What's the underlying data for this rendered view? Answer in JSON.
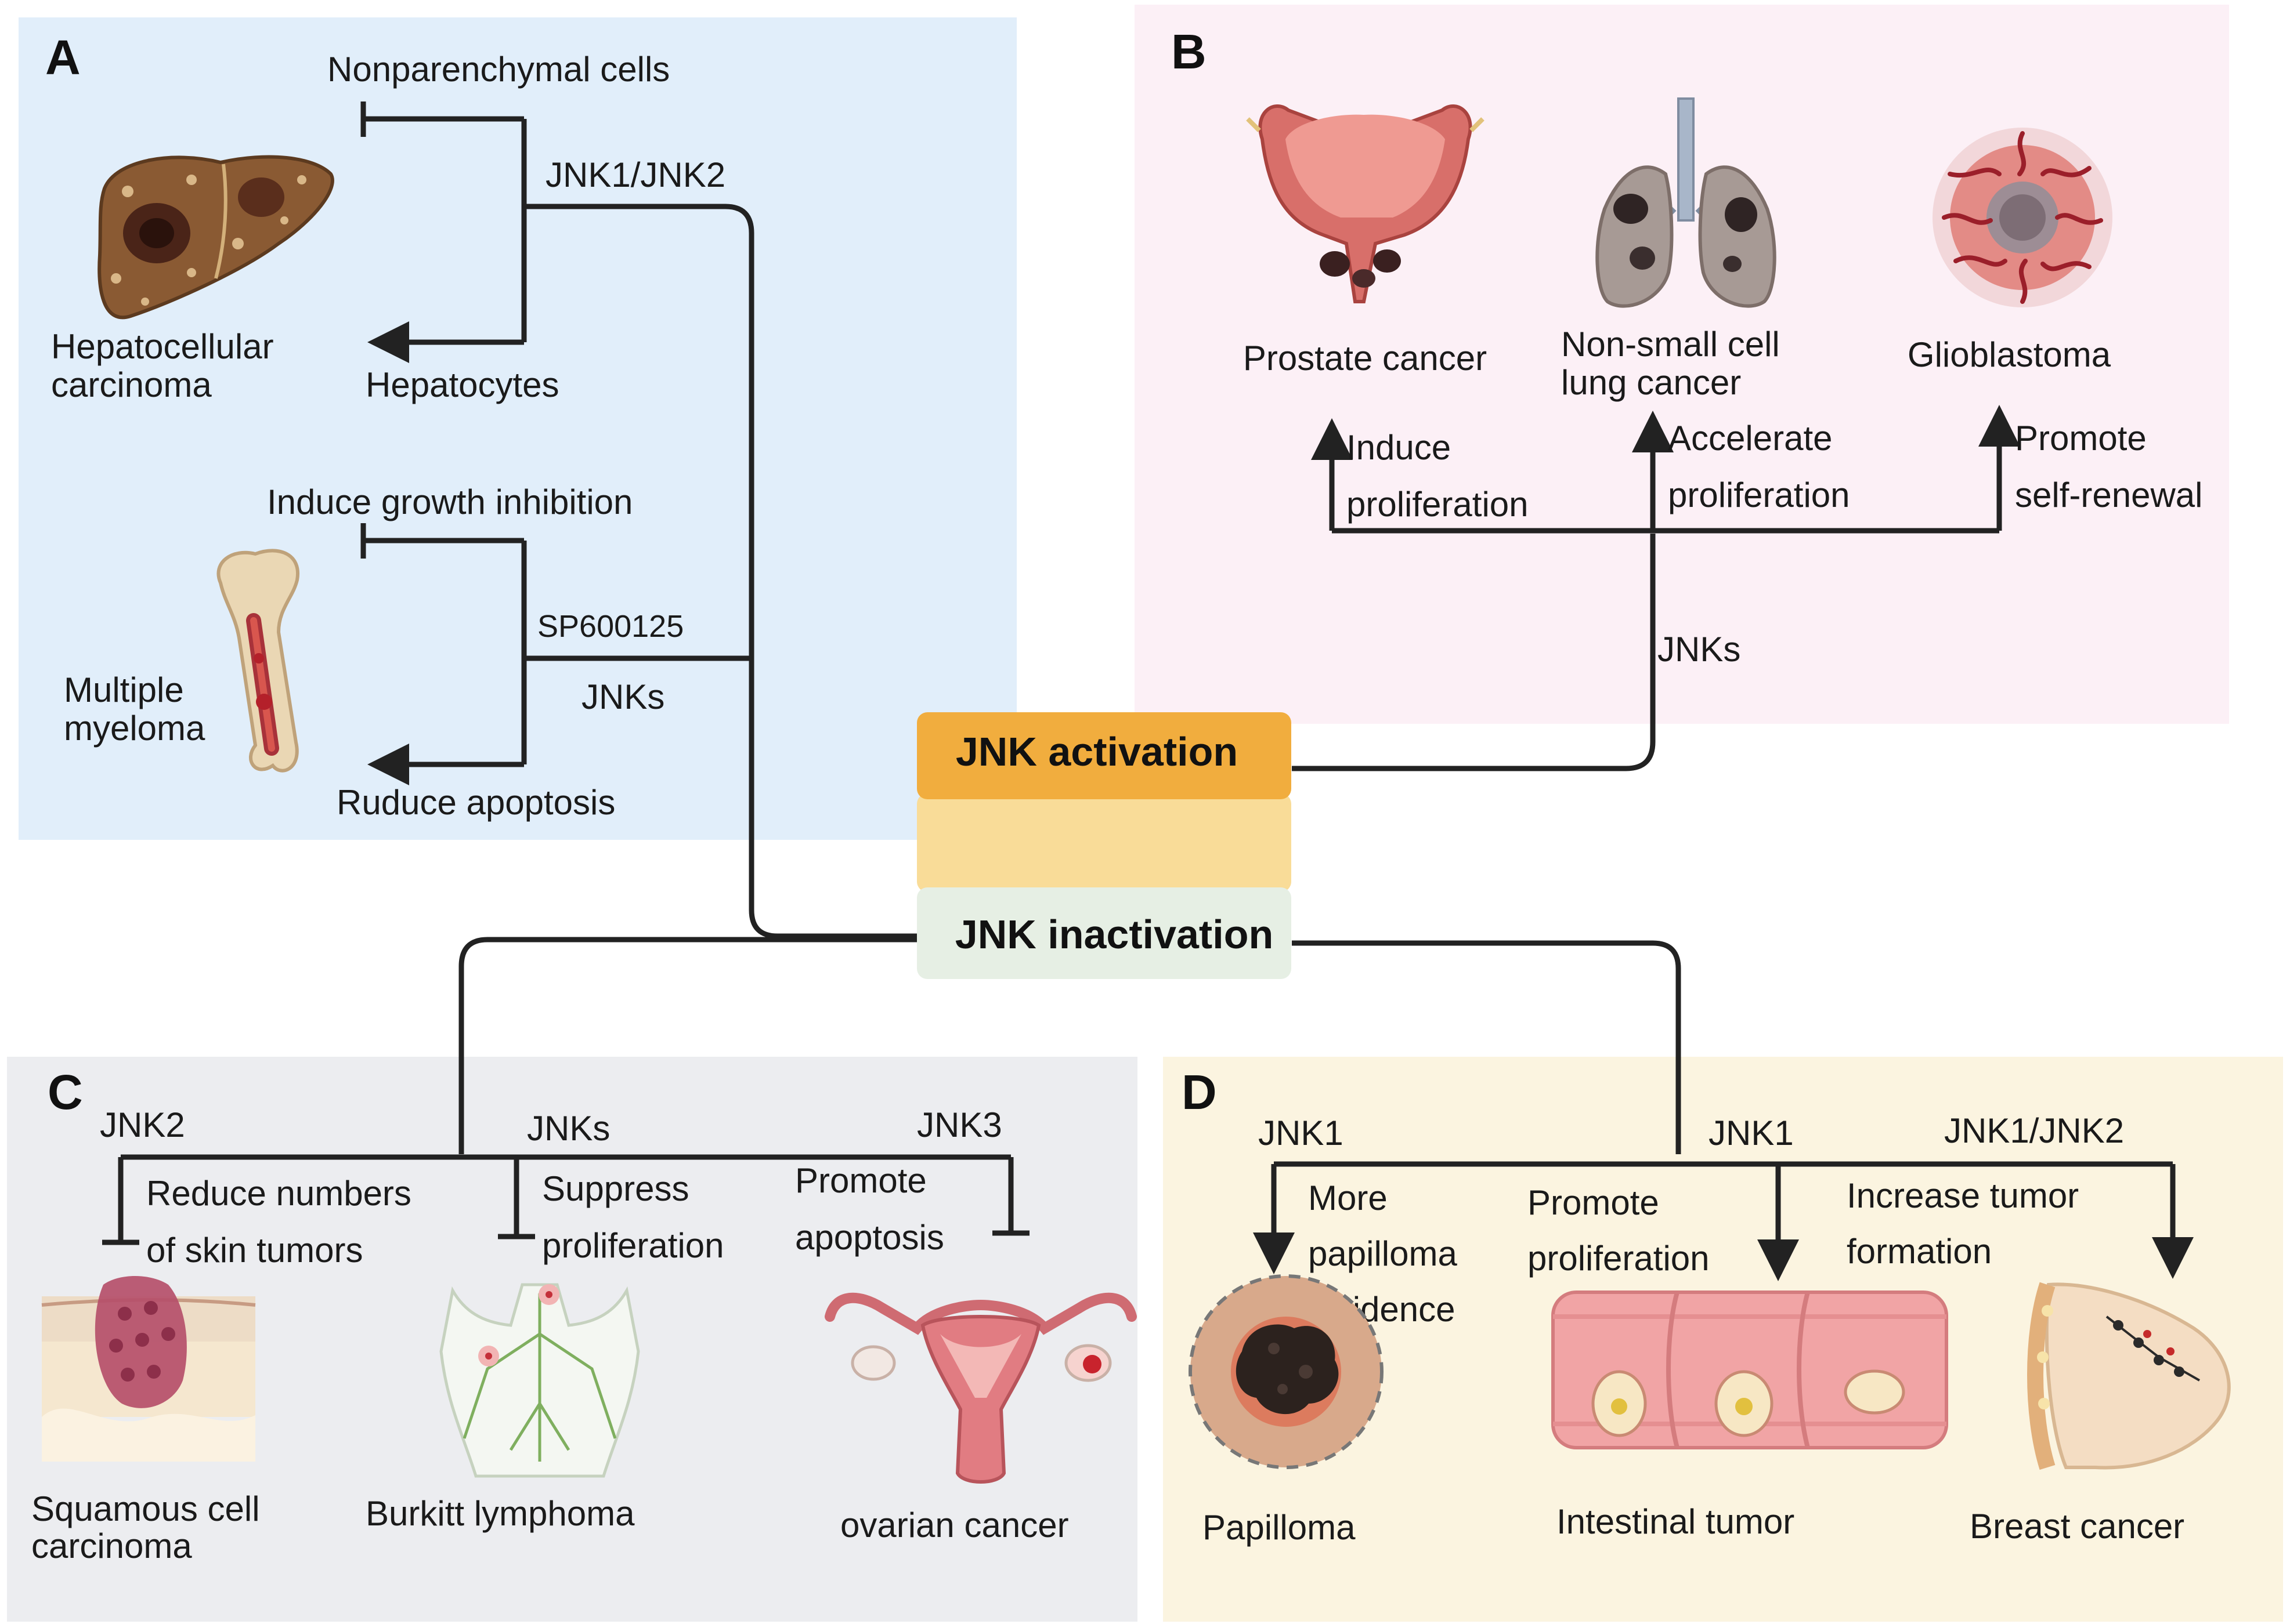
{
  "center": {
    "activation_label": "JNK activation",
    "inactivation_label": "JNK inactivation"
  },
  "panel_a": {
    "letter": "A",
    "hcc": {
      "disease_line1": "Hepatocellular",
      "disease_line2": "carcinoma",
      "target_top": "Nonparenchymal cells",
      "target_bottom": "Hepatocytes",
      "mediator": "JNK1/JNK2"
    },
    "mm": {
      "disease_line1": "Multiple",
      "disease_line2": "myeloma",
      "target_top": "Induce growth inhibition",
      "target_bottom": "Ruduce apoptosis",
      "inhibitor": "SP600125",
      "mediator": "JNKs"
    }
  },
  "panel_b": {
    "letter": "B",
    "mediator": "JNKs",
    "items": [
      {
        "disease_line1": "Prostate cancer",
        "disease_line2": "",
        "effect_line1": "Induce",
        "effect_line2": "proliferation"
      },
      {
        "disease_line1": "Non-small cell",
        "disease_line2": "lung cancer",
        "effect_line1": "Accelerate",
        "effect_line2": "proliferation"
      },
      {
        "disease_line1": "Glioblastoma",
        "disease_line2": "",
        "effect_line1": "Promote",
        "effect_line2": "self-renewal"
      }
    ]
  },
  "panel_c": {
    "letter": "C",
    "items": [
      {
        "mediator": "JNK2",
        "effect_line1": "Reduce numbers",
        "effect_line2": "of skin tumors",
        "disease_line1": "Squamous cell",
        "disease_line2": "carcinoma"
      },
      {
        "mediator": "JNKs",
        "effect_line1": "Suppress",
        "effect_line2": "proliferation",
        "disease_line1": "Burkitt lymphoma",
        "disease_line2": ""
      },
      {
        "mediator": "JNK3",
        "effect_line1": "Promote",
        "effect_line2": "apoptosis",
        "disease_line1": "ovarian cancer",
        "disease_line2": ""
      }
    ]
  },
  "panel_d": {
    "letter": "D",
    "items": [
      {
        "mediator": "JNK1",
        "effect_line1": "More",
        "effect_line2": "papilloma",
        "effect_line3": "incidence",
        "disease": "Papilloma"
      },
      {
        "mediator": "JNK1",
        "effect_line1": "Promote",
        "effect_line2": "proliferation",
        "effect_line3": "",
        "disease": "Intestinal tumor"
      },
      {
        "mediator": "JNK1/JNK2",
        "effect_line1": "Increase tumor",
        "effect_line2": "formation",
        "effect_line3": "",
        "disease": "Breast cancer"
      }
    ]
  },
  "icons": {
    "liver": "liver-tumor-icon",
    "bone": "bone-marrow-icon",
    "bladder": "prostate-bladder-icon",
    "lungs": "lungs-tumor-icon",
    "glioma": "glioblastoma-cell-icon",
    "skin": "skin-tumor-icon",
    "body": "lymphatic-body-icon",
    "uterus": "uterus-ovary-icon",
    "papilloma": "papilloma-lesion-icon",
    "intestine": "intestine-tumor-icon",
    "breast": "breast-tumor-icon"
  },
  "colors": {
    "panel_a_bg": "#e1eefa",
    "panel_b_bg": "#fcf0f6",
    "panel_c_bg": "#ecedf0",
    "panel_d_bg": "#fbf4e0",
    "activation_fill": "#f1ad3e",
    "mid_fill": "#f9dc98",
    "inactivation_fill": "#e6efe4",
    "line": "#222222"
  }
}
